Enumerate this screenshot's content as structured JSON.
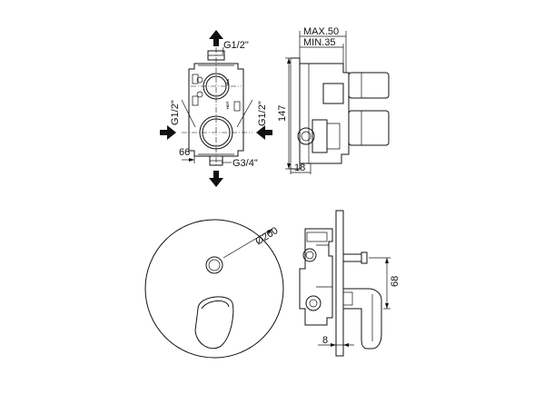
{
  "labels": {
    "thread_top": "G1/2\"",
    "thread_left": "G1/2\"",
    "thread_right": "G1/2\"",
    "thread_bottom": "G3/4\"",
    "dim_66": "66",
    "dim_max": "MAX.50",
    "dim_min": "MIN.35",
    "dim_147": "147",
    "dim_18": "18",
    "dim_diameter": "Ø200",
    "dim_68": "68",
    "dim_8": "8"
  },
  "body_marks": {
    "mark_1": "HOT",
    "mark_2": "MIX"
  },
  "icons": [
    "arrow-up-icon",
    "arrow-down-icon",
    "arrow-right-icon",
    "arrow-left-icon"
  ]
}
